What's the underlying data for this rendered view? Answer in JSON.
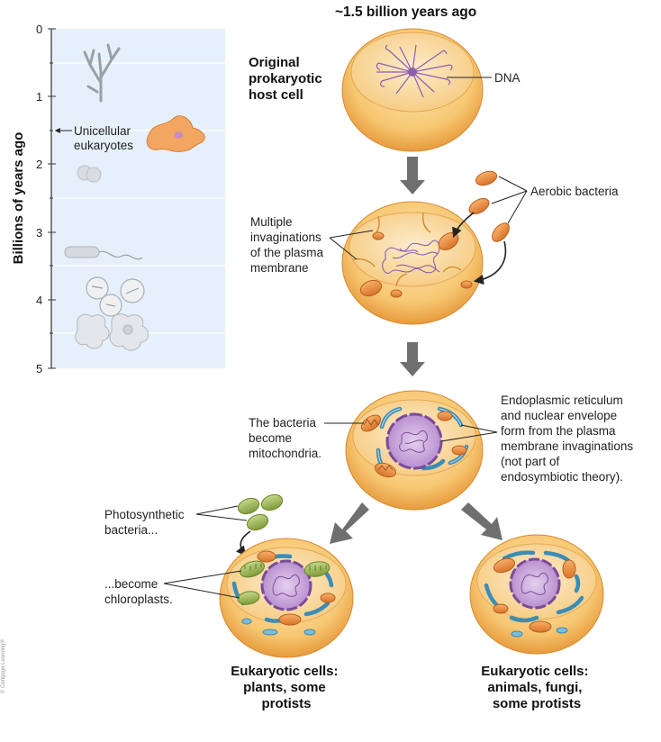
{
  "timeline": {
    "axis_title": "Billions of years ago",
    "ticks": [
      "0",
      "1",
      "2",
      "3",
      "4",
      "5"
    ],
    "organism_label": [
      "Unicellular",
      "eukaryotes"
    ]
  },
  "header": "~1.5 billion years ago",
  "stage1": {
    "title": [
      "Original",
      "prokaryotic",
      "host cell"
    ],
    "dna_label": "DNA"
  },
  "stage2": {
    "aerobic_label": "Aerobic bacteria",
    "invagination_label": [
      "Multiple",
      "invaginations",
      "of the plasma",
      "membrane"
    ]
  },
  "stage3": {
    "mito_label": [
      "The bacteria",
      "become",
      "mitochondria."
    ],
    "er_label": [
      "Endoplasmic reticulum",
      "and nuclear envelope",
      "form from the plasma",
      "membrane invaginations",
      "(not part of",
      "endosymbiotic theory)."
    ]
  },
  "stage4": {
    "photo_label": [
      "Photosynthetic",
      "bacteria..."
    ],
    "chloro_label": [
      "...become",
      "chloroplasts."
    ]
  },
  "results": {
    "plants": [
      "Eukaryotic cells:",
      "plants, some",
      "protists"
    ],
    "animals": [
      "Eukaryotic cells:",
      "animals, fungi,",
      "some protists"
    ]
  },
  "credit": "© Cengage Learning®",
  "colors": {
    "cell_fill": "#f6c77a",
    "cell_rim": "#e7a445",
    "cell_inner": "#fbdca2",
    "dna": "#8b5aa8",
    "nucleus": "#b58acb",
    "mito": "#e98d3c",
    "er": "#3d8fb8",
    "chloro": "#8fb04a",
    "timeline_bg": "#e8f1fb",
    "arrow": "#6b6b6b"
  }
}
